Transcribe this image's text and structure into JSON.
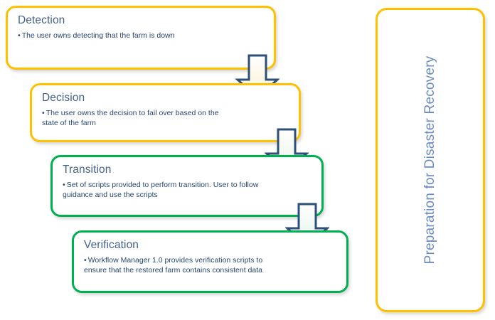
{
  "diagram": {
    "title": "Preparation for Disaster Recovery",
    "colors": {
      "amber": "#ffc000",
      "green": "#00b050",
      "title_text": "#44628c",
      "body_text": "#27466f",
      "banner_text": "#6d8cc0",
      "arrow_outline": "#2e4f7a",
      "background": "#ffffff"
    },
    "stages": [
      {
        "title": "Detection",
        "bullet": "The user owns detecting that the farm is down",
        "accent": "amber"
      },
      {
        "title": "Decision",
        "bullet": "The user owns the decision to fail over based on the state of the farm",
        "accent": "amber"
      },
      {
        "title": "Transition",
        "bullet": "Set of scripts provided to perform transition. User to follow guidance and use the scripts",
        "accent": "green"
      },
      {
        "title": "Verification",
        "bullet": "Workflow Manager 1.0 provides verification scripts to ensure that the restored farm contains consistent data",
        "accent": "green"
      }
    ],
    "bullet_glyph": "•",
    "arrows": [
      {
        "name": "detection-to-decision"
      },
      {
        "name": "decision-to-transition"
      },
      {
        "name": "transition-to-verification"
      }
    ]
  }
}
